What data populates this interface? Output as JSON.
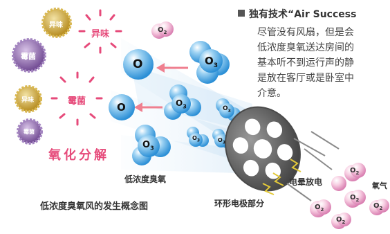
{
  "header": {
    "title": "独有技术“Air Success",
    "lines": [
      "尽管没有风扇，但是会",
      "低浓度臭氧送达房间的",
      "基本听不到运行声的静",
      "是放在客厅或是卧室中",
      "介意。"
    ]
  },
  "bursts": {
    "odor": "异味",
    "mold": "霉菌"
  },
  "badges": [
    "异味",
    "霉菌",
    "异味",
    "霉菌"
  ],
  "molecules": {
    "o": "O",
    "o2": "O",
    "o2_sub": "2",
    "o3": "O",
    "o3_sub": "3"
  },
  "labels": {
    "oxidation": "氧化分解",
    "low_ozone": "低浓度臭氧",
    "concept": "低浓度臭氧风的发生概念图",
    "electrode": "环形电极部分",
    "corona": "电晕放电",
    "oxygen_partial": "氧气"
  },
  "colors": {
    "pink": "#e64a7a",
    "blue": "#3a9ad9",
    "o2_pink": "#f2b6d3",
    "gold": "#c9a230",
    "purple": "#8d66a6",
    "disc": "#6e6e6e"
  }
}
